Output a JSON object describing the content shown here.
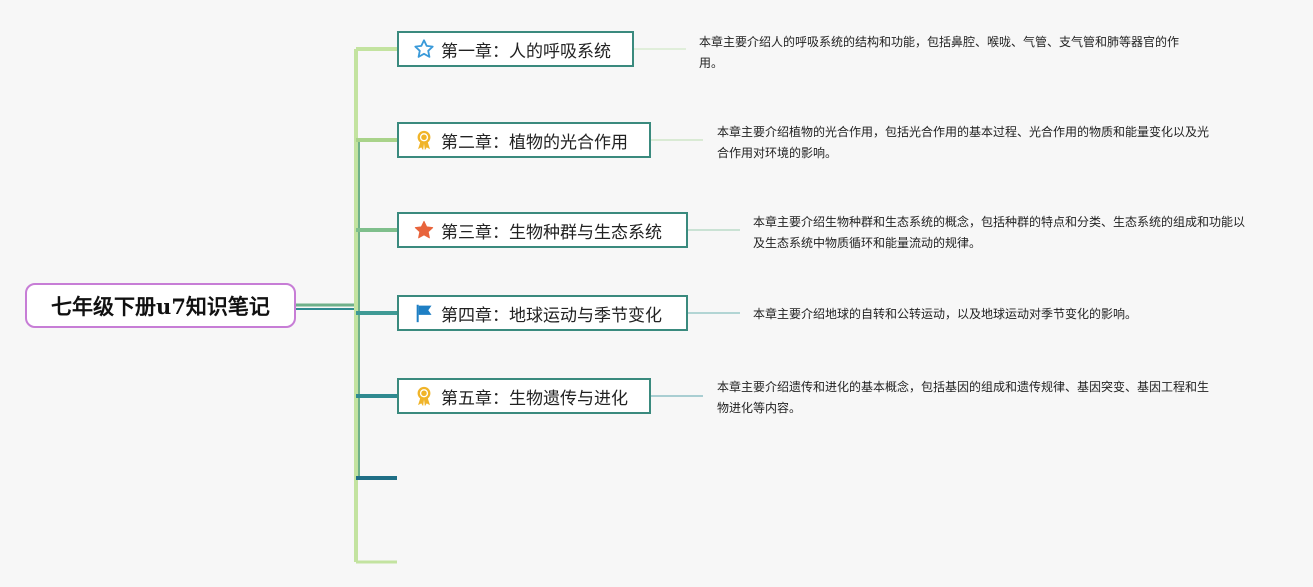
{
  "root": {
    "label": "七年级下册u7知识笔记"
  },
  "chapters": [
    {
      "title": "第一章：人的呼吸系统",
      "icon": "star-outline-icon",
      "note": "本章主要介绍人的呼吸系统的结构和功能，包括鼻腔、喉咙、气管、支气管和肺等器官的作用。"
    },
    {
      "title": "第二章：植物的光合作用",
      "icon": "award-ribbon-icon",
      "note": "本章主要介绍植物的光合作用，包括光合作用的基本过程、光合作用的物质和能量变化以及光合作用对环境的影响。"
    },
    {
      "title": "第三章：生物种群与生态系统",
      "icon": "star-filled-icon",
      "note": "本章主要介绍生物种群和生态系统的概念，包括种群的特点和分类、生态系统的组成和功能以及生态系统中物质循环和能量流动的规律。"
    },
    {
      "title": "第四章：地球运动与季节变化",
      "icon": "flag-icon",
      "note": "本章主要介绍地球的自转和公转运动，以及地球运动对季节变化的影响。"
    },
    {
      "title": "第五章：生物遗传与进化",
      "icon": "award-ribbon-icon",
      "note": "本章主要介绍遗传和进化的基本概念，包括基因的组成和遗传规律、基因突变、基因工程和生物进化等内容。"
    }
  ],
  "colors": {
    "root_border": "#c77dd6",
    "topic_border": "#3a8a7e",
    "branches": [
      "#c3e3a0",
      "#a9d38a",
      "#7fbf8c",
      "#3f9a95",
      "#2f8a90",
      "#1f6f86",
      "#c3e3a0"
    ],
    "star_outline": "#3a9ad9",
    "award": "#f0b429",
    "star_filled": "#e8643c",
    "flag": "#1e7fc4"
  }
}
